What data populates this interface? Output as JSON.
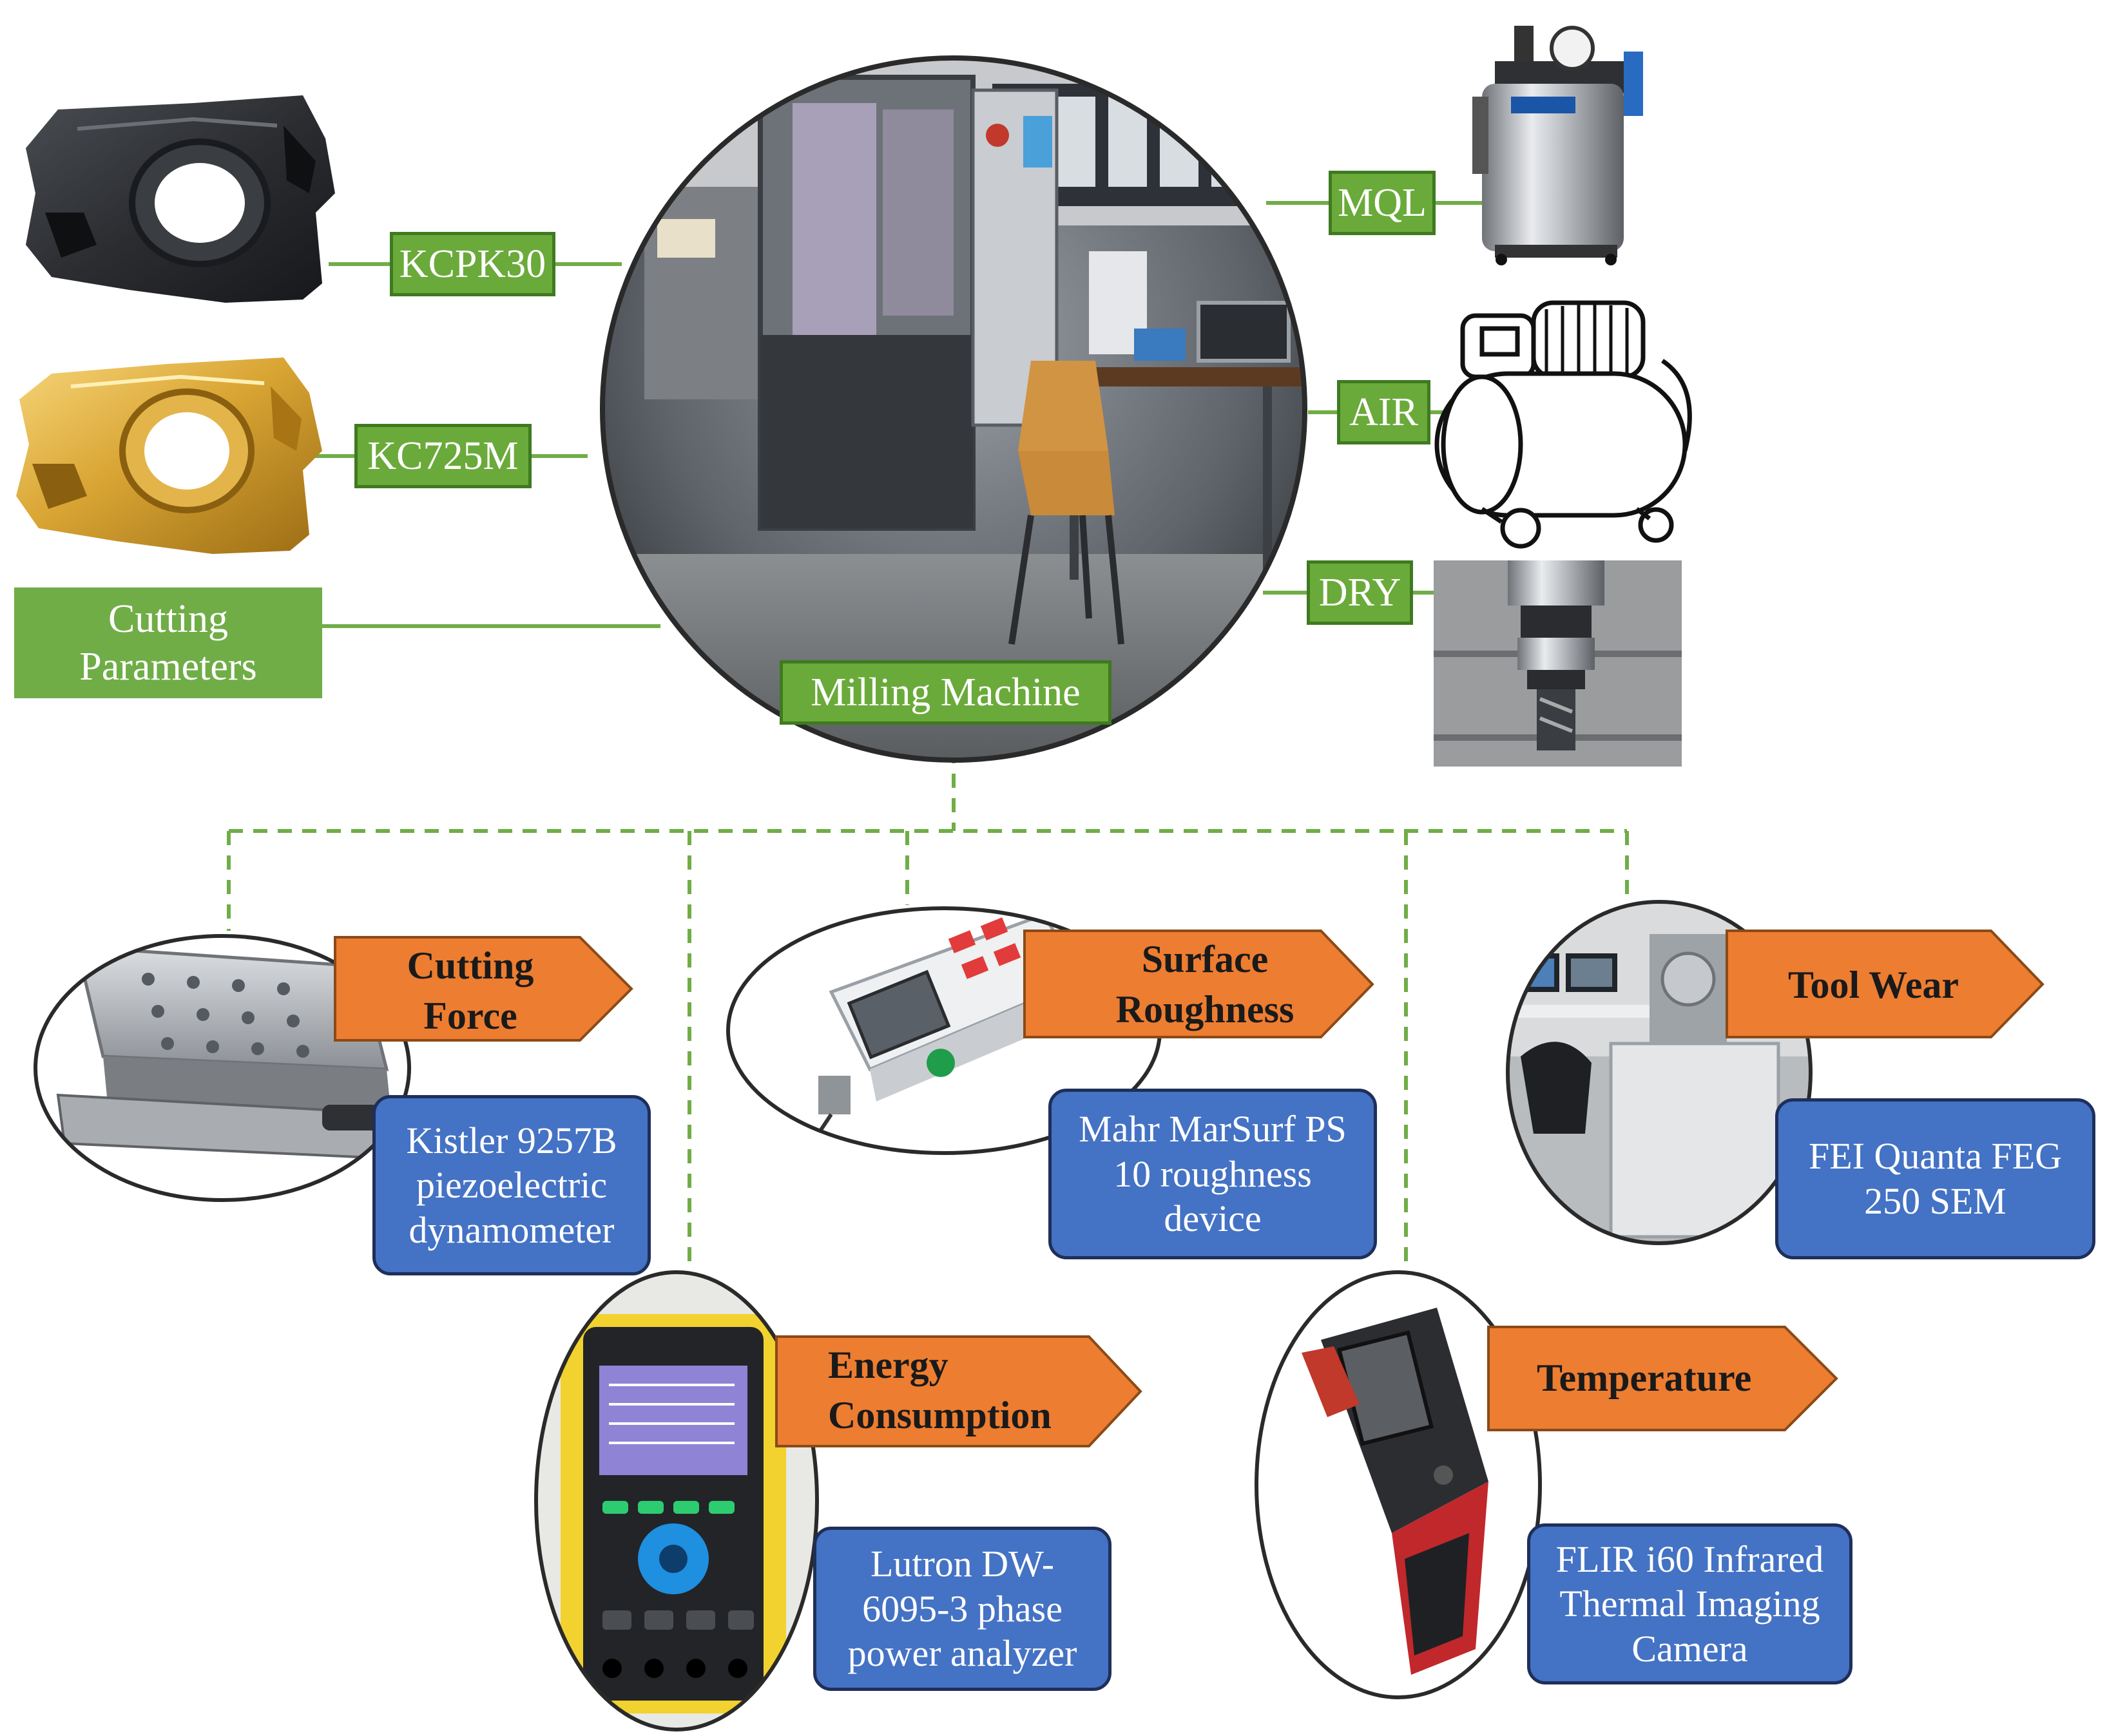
{
  "inputs": {
    "insert_1": "KCPK30",
    "insert_2": "KC725M",
    "cutting_parameters": "Cutting Parameters"
  },
  "machine": {
    "label": "Milling Machine"
  },
  "cooling": {
    "mql": "MQL",
    "air": "AIR",
    "dry": "DRY"
  },
  "measurements": [
    {
      "title": "Cutting Force",
      "device": "Kistler 9257B piezoelectric dynamometer"
    },
    {
      "title": "Surface Roughness",
      "device": "Mahr MarSurf PS 10 roughness device"
    },
    {
      "title": "Tool Wear",
      "device": "FEI Quanta FEG 250 SEM"
    },
    {
      "title": "Energy Consumption",
      "device": "Lutron DW-6095-3 phase power analyzer"
    },
    {
      "title": "Temperature",
      "device": "FLIR i60 Infrared Thermal Imaging Camera"
    }
  ],
  "colors": {
    "green_fill": "#70ad47",
    "green_border": "#3f7a20",
    "blue_fill": "#4472c4",
    "orange_fill": "#ed7d31",
    "connector": "#70ad47"
  },
  "icons": {
    "photo_insert_1": "cutting-insert-dark-icon",
    "photo_insert_2": "cutting-insert-gold-icon",
    "photo_machine": "milling-machine-photo",
    "photo_mql": "mql-unit-icon",
    "photo_air": "air-compressor-icon",
    "photo_dry": "milling-tool-icon",
    "photo_dynamometer": "dynamometer-icon",
    "photo_roughness": "roughness-tester-icon",
    "photo_sem": "sem-lab-icon",
    "photo_analyzer": "power-analyzer-icon",
    "photo_thermal": "thermal-camera-icon"
  }
}
